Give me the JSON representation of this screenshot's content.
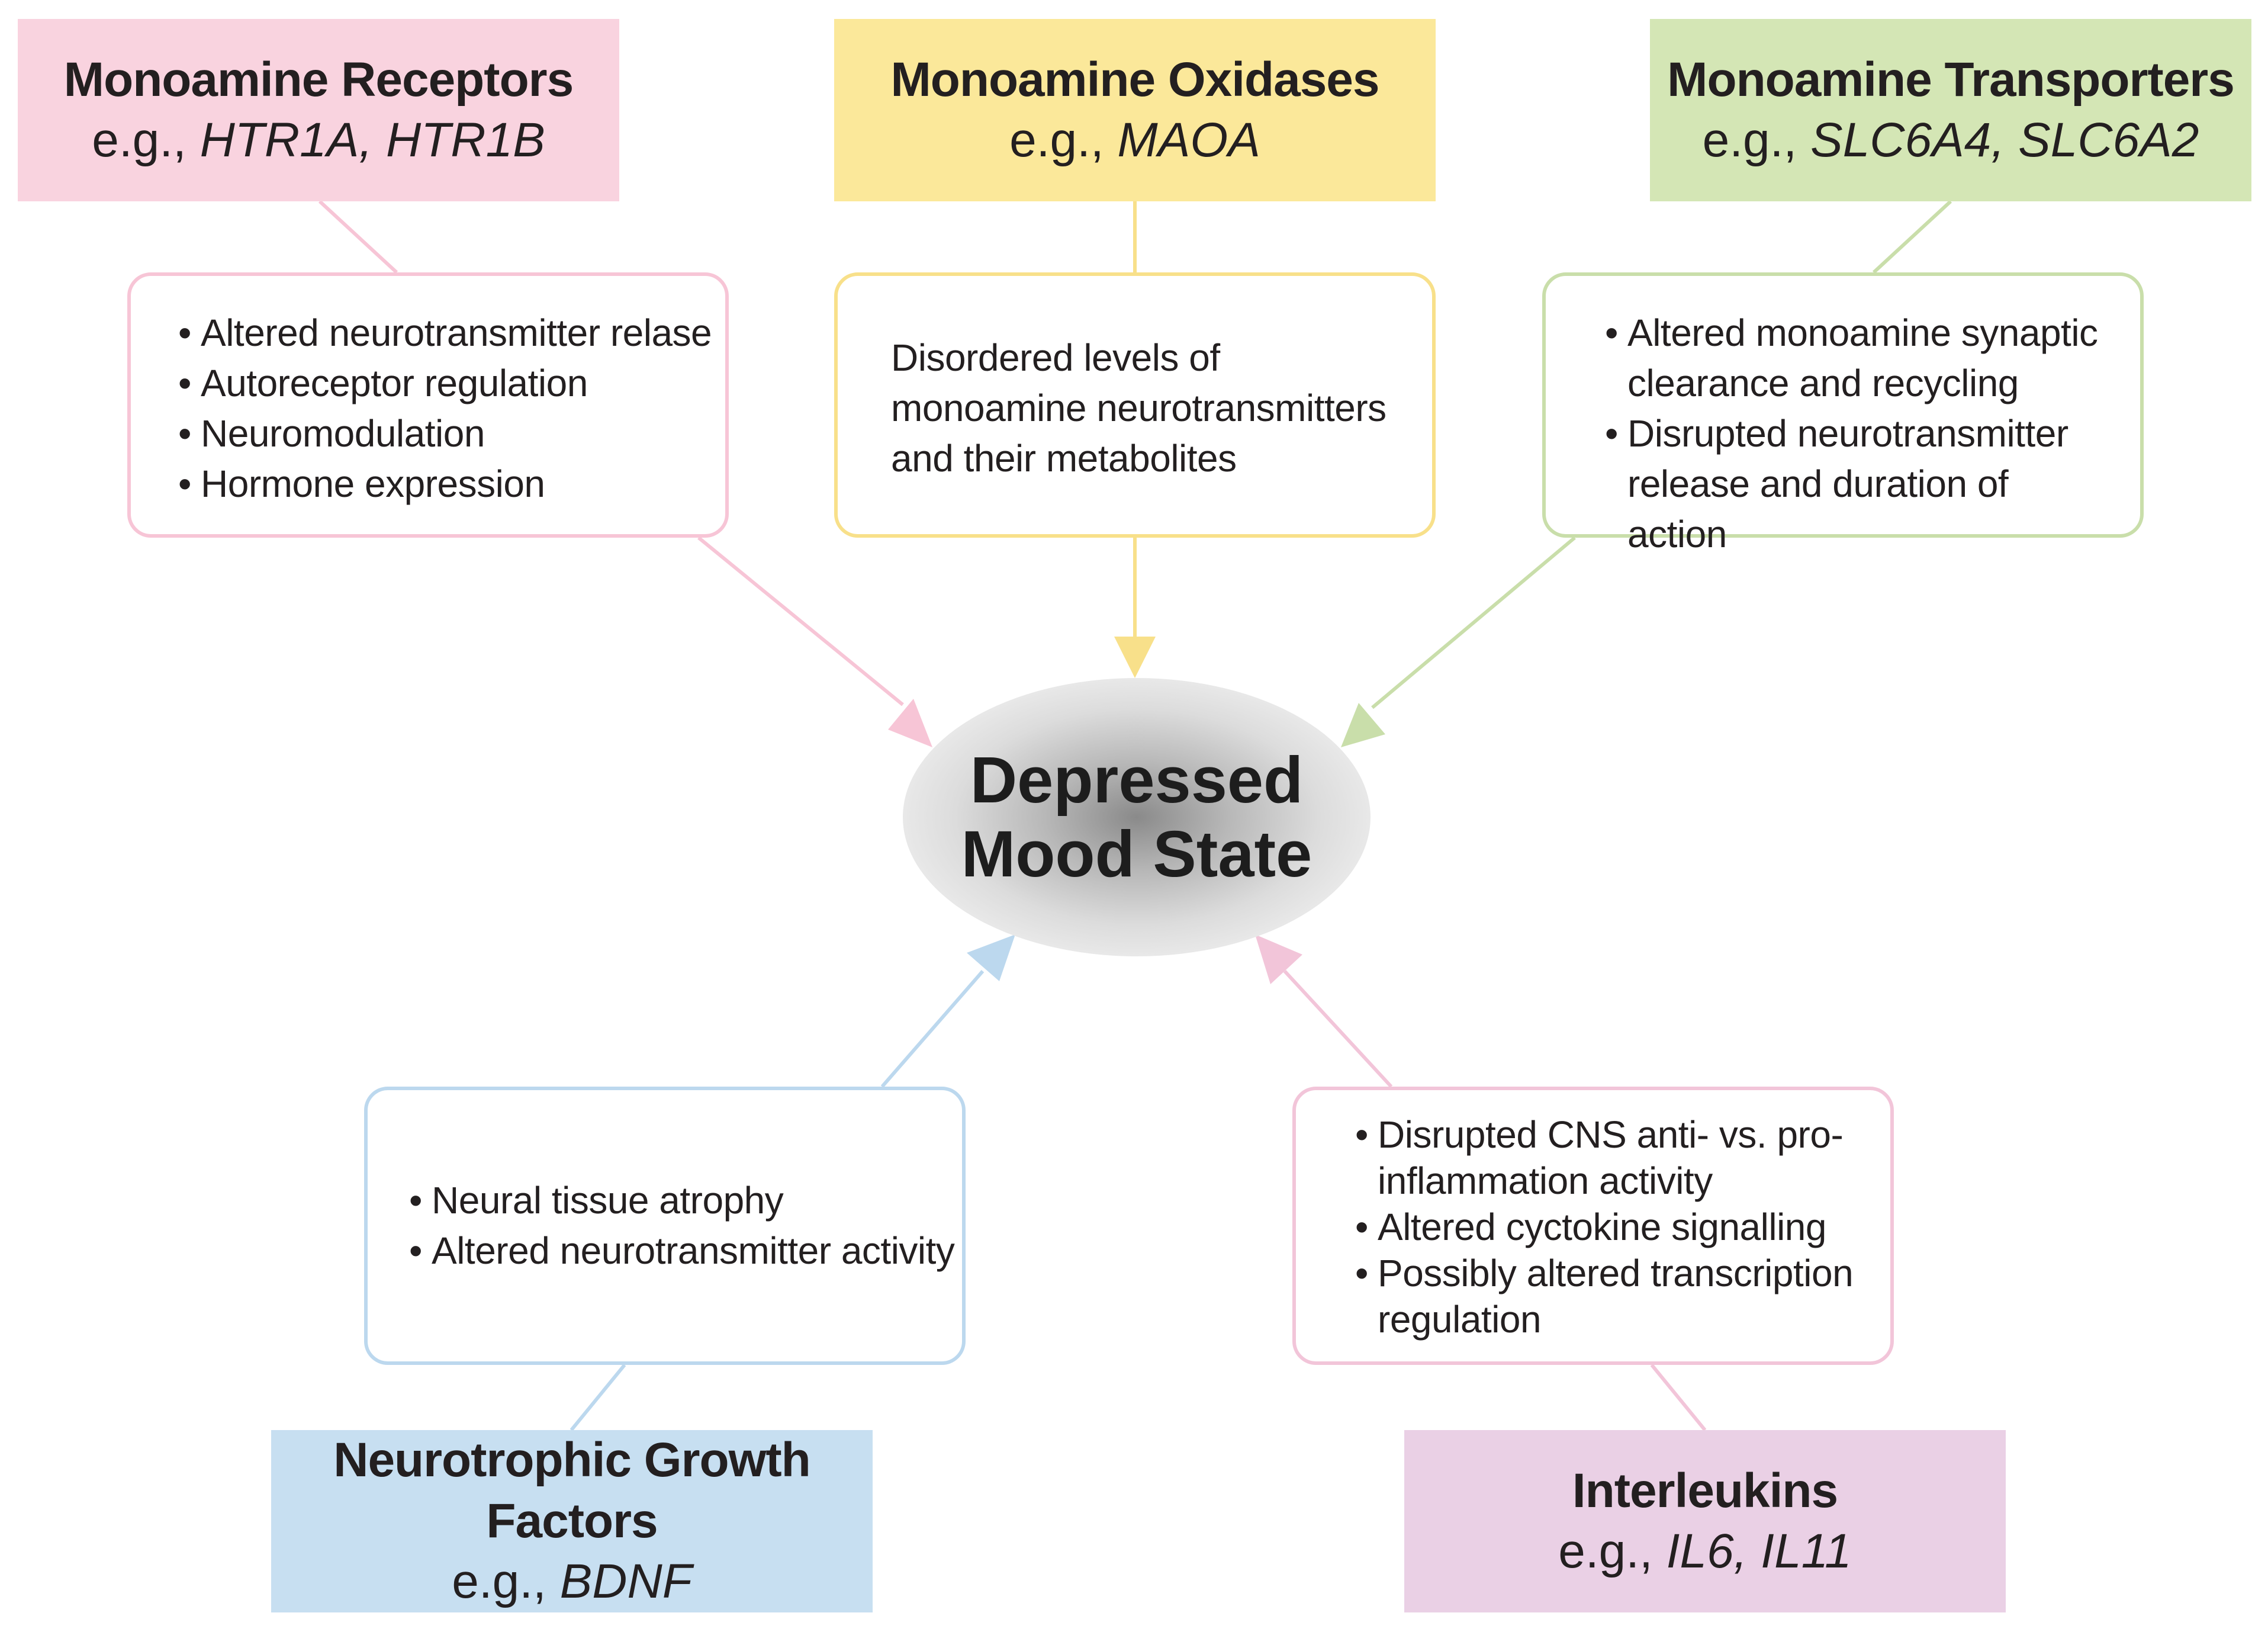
{
  "center": {
    "line1": "Depressed",
    "line2": "Mood State"
  },
  "colors": {
    "receptors": "#f9d3df",
    "oxidases": "#fbe89a",
    "transporters": "#d4e6b5",
    "neurotrophic": "#c7dff1",
    "interleukins": "#ead0e5",
    "center": "#dcdcdc"
  },
  "nodes": {
    "receptors": {
      "title": "Monoamine Receptors",
      "eg_prefix": "e.g., ",
      "eg_genes": "HTR1A, HTR1B",
      "effects": [
        "Altered neurotransmitter relase",
        "Autoreceptor regulation",
        "Neuromodulation",
        "Hormone expression"
      ]
    },
    "oxidases": {
      "title": "Monoamine Oxidases",
      "eg_prefix": "e.g., ",
      "eg_genes": "MAOA",
      "effect_text": "Disordered levels of monoamine neurotransmitters and their metabolites"
    },
    "transporters": {
      "title": "Monoamine Transporters",
      "eg_prefix": "e.g., ",
      "eg_genes": "SLC6A4, SLC6A2",
      "effects": [
        "Altered monoamine synaptic clearance and recycling",
        "Disrupted neurotransmitter release and duration of action"
      ]
    },
    "neurotrophic": {
      "title": "Neurotrophic Growth Factors",
      "eg_prefix": "e.g., ",
      "eg_genes": "BDNF",
      "effects": [
        "Neural tissue atrophy",
        "Altered neurotransmitter activity"
      ]
    },
    "interleukins": {
      "title": "Interleukins",
      "eg_prefix": "e.g., ",
      "eg_genes": "IL6, IL11",
      "effects": [
        "Disrupted CNS anti- vs. pro-inflammation activity",
        "Altered cyctokine signalling",
        "Possibly altered transcription regulation"
      ]
    }
  }
}
